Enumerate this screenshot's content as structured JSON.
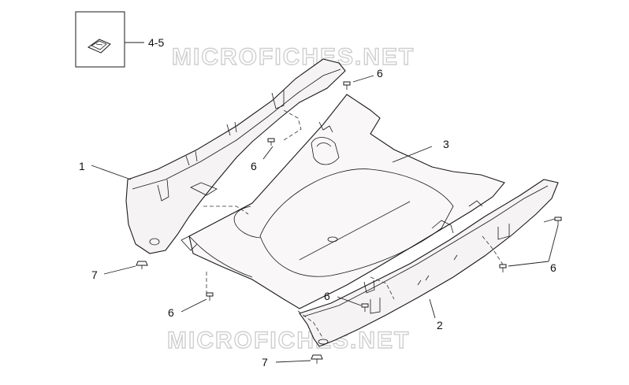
{
  "watermark": {
    "top": "MICROFICHES.NET",
    "bottom": "MICROFICHES.NET"
  },
  "inset": {
    "label": "4-5",
    "icon": "clip-nut-icon"
  },
  "callouts": [
    {
      "id": "c1",
      "label": "1"
    },
    {
      "id": "c2",
      "label": "2"
    },
    {
      "id": "c3",
      "label": "3"
    },
    {
      "id": "c6a",
      "label": "6"
    },
    {
      "id": "c6b",
      "label": "6"
    },
    {
      "id": "c6c",
      "label": "6"
    },
    {
      "id": "c6d",
      "label": "6"
    },
    {
      "id": "c6e",
      "label": "6"
    },
    {
      "id": "c7a",
      "label": "7"
    },
    {
      "id": "c7b",
      "label": "7"
    }
  ]
}
